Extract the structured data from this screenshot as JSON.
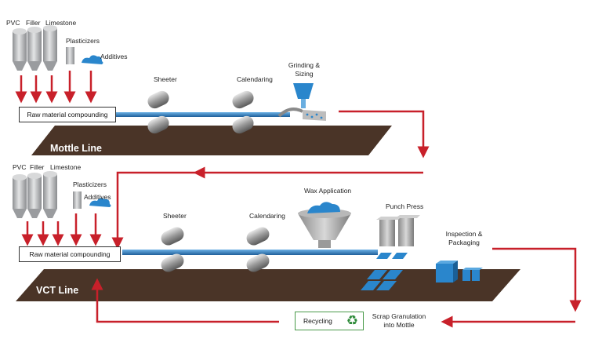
{
  "mottle_line": {
    "name": "Mottle Line",
    "materials": {
      "pvc": "PVC",
      "filler": "Filler",
      "limestone": "Limestone",
      "plasticizers": "Plasticizers",
      "additives": "Additives"
    },
    "compounding": "Raw material compounding",
    "sheeter": "Sheeter",
    "calendaring": "Calendaring",
    "grinding_line1": "Grinding &",
    "grinding_line2": "Sizing"
  },
  "vct_line": {
    "name": "VCT Line",
    "materials": {
      "pvc": "PVC",
      "filler": "Filler",
      "limestone": "Limestone",
      "plasticizers": "Plasticizers",
      "additives": "Additives"
    },
    "compounding": "Raw material compounding",
    "sheeter": "Sheeter",
    "calendaring": "Calendaring",
    "wax": "Wax Application",
    "punch": "Punch Press",
    "inspection_line1": "Inspection &",
    "inspection_line2": "Packaging"
  },
  "recycling": {
    "label": "Recycling",
    "icon": "recycle-icon",
    "scrap_line1": "Scrap Granulation",
    "scrap_line2": "into Mottle"
  },
  "colors": {
    "belt": "#4a3427",
    "sheet": "#2e7fc1",
    "arrow": "#c8202a",
    "silo": "#c9cacc",
    "tile": "#2a86cc"
  }
}
